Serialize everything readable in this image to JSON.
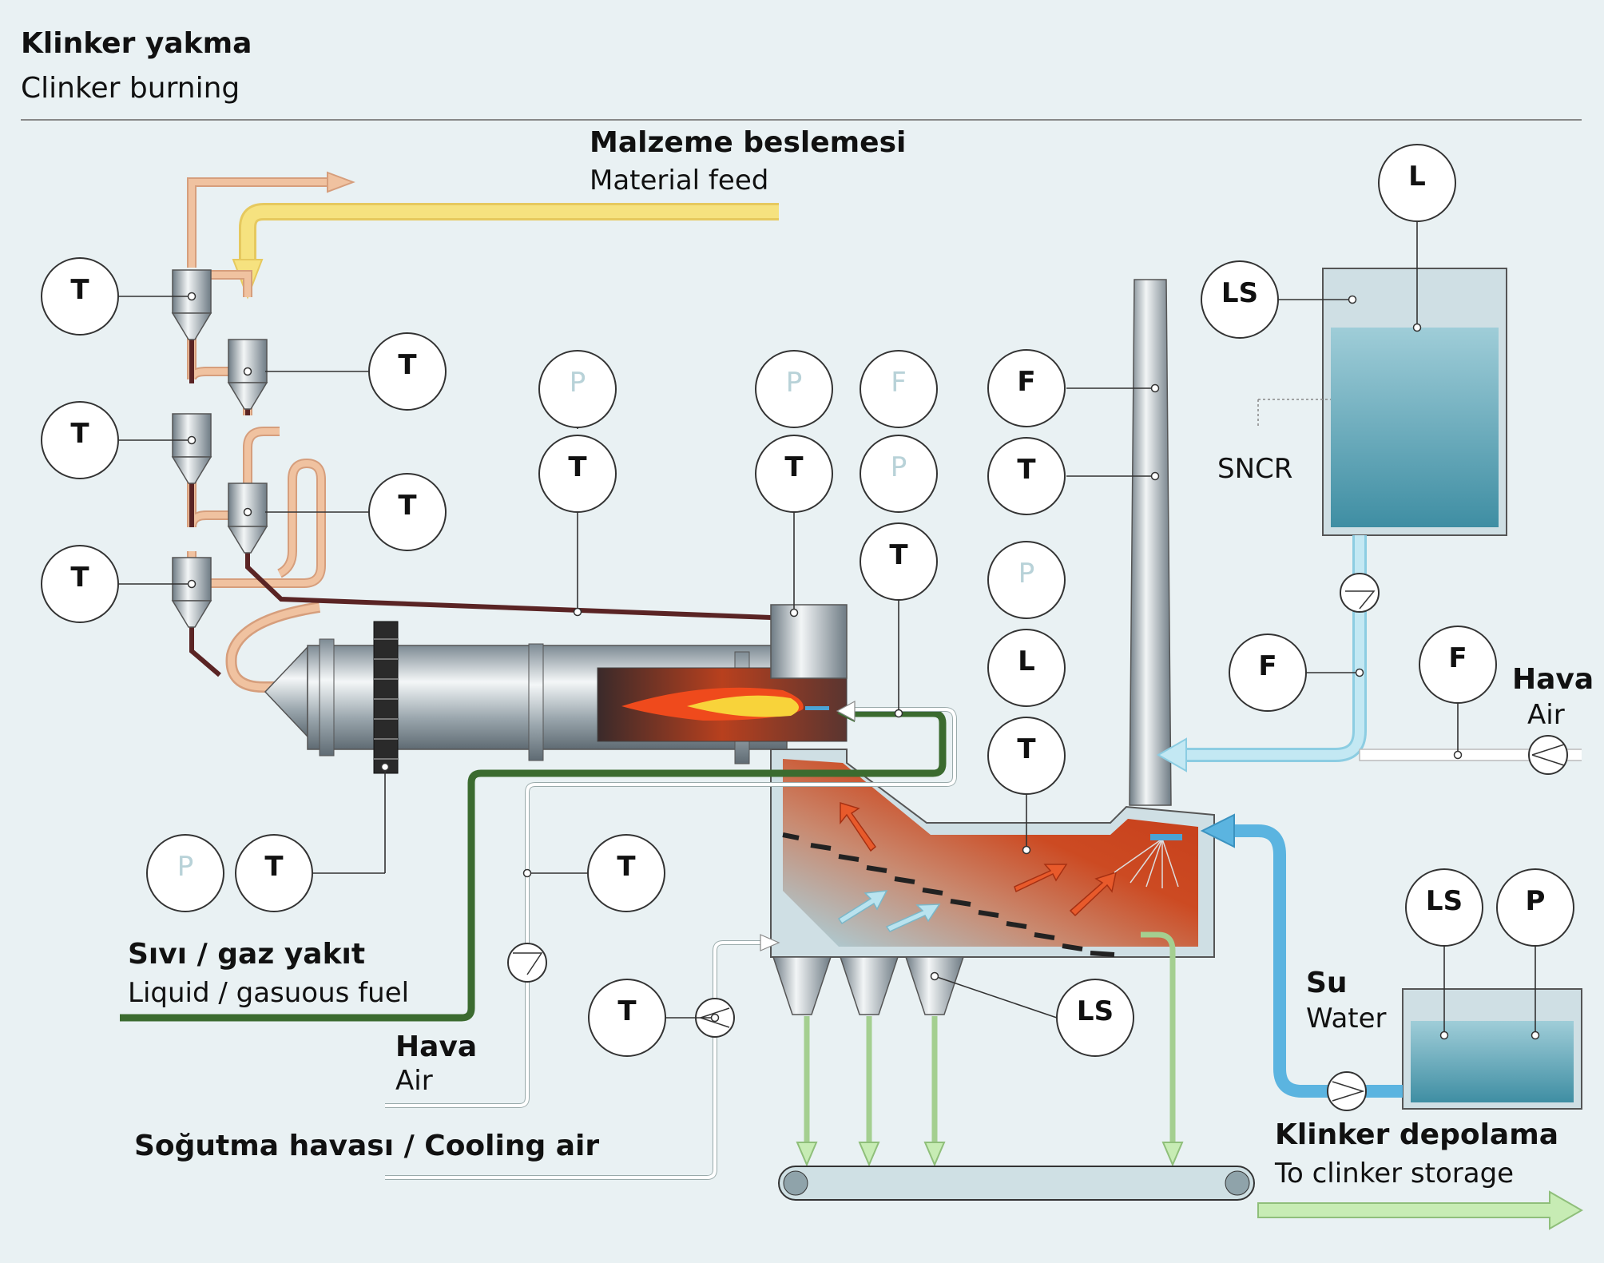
{
  "header": {
    "title_tr": "Klinker yakma",
    "title_en": "Clinker burning"
  },
  "labels": {
    "material_feed_tr": "Malzeme beslemesi",
    "material_feed_en": "Material feed",
    "sncr": "SNCR",
    "air_right_tr": "Hava",
    "air_right_en": "Air",
    "fuel_tr": "Sıvı / gaz yakıt",
    "fuel_en": "Liquid / gasuous fuel",
    "air_left_tr": "Hava",
    "air_left_en": "Air",
    "cooling_air": "Soğutma havası / Cooling air",
    "water_tr": "Su",
    "water_en": "Water",
    "storage_tr": "Klinker depolama",
    "storage_en": "To clinker storage"
  },
  "instruments": {
    "t_cyc1": "T",
    "t_cyc2": "T",
    "t_cyc3": "T",
    "t_cyc4": "T",
    "t_cyc5": "T",
    "p_kiln1": "P",
    "t_kiln1": "T",
    "p_kiln2": "P",
    "t_kiln2": "T",
    "f_burner": "F",
    "p_burner": "P",
    "t_burner": "T",
    "f_stack": "F",
    "t_stack": "T",
    "p_cooler": "P",
    "l_cooler": "L",
    "t_cooler": "T",
    "l_tank": "L",
    "ls_tank": "LS",
    "f_water": "F",
    "f_air": "F",
    "p_drive": "P",
    "t_drive": "T",
    "t_air": "T",
    "t_cool": "T",
    "ls_hopper": "LS",
    "ls_water": "LS",
    "p_water": "P"
  },
  "colors": {
    "background": "#e9f1f3",
    "feed": "#f6e27f",
    "gas": "#f0c2a0",
    "meal": "#5a2424",
    "fuel": "#3b6b2f",
    "water": "#5bb4e0",
    "clinker": "#c7ecb4",
    "cooler": "#cc4a22"
  }
}
